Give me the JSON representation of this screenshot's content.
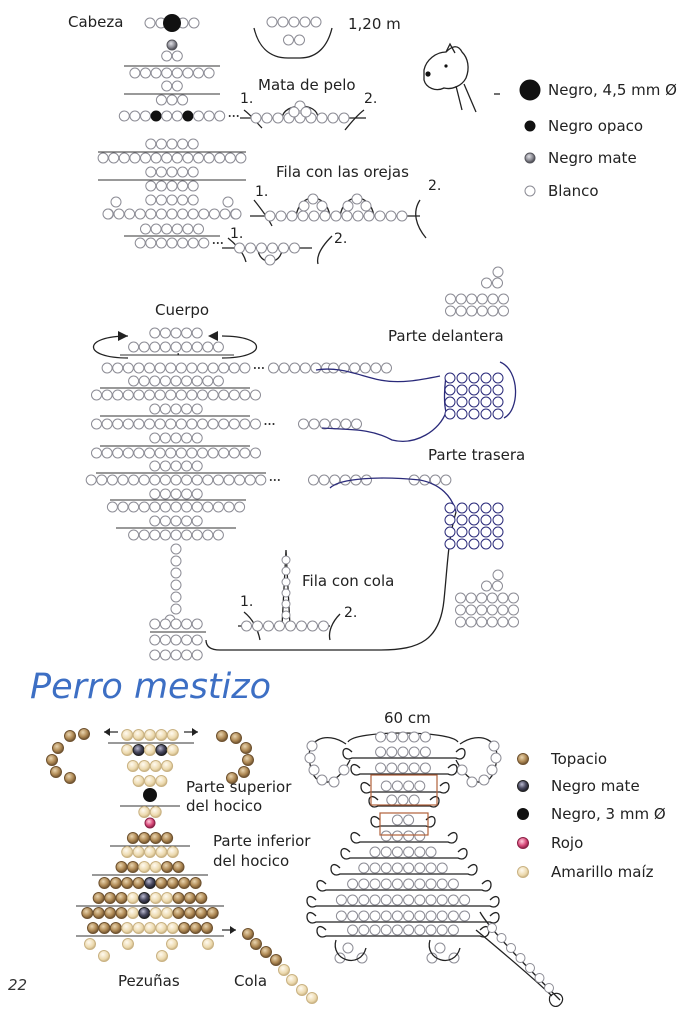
{
  "page_number": "22",
  "section_top": {
    "head": {
      "label": "Cabeza",
      "length": "1,20 m",
      "hair_label": "Mata de pelo",
      "ears_label": "Fila con las orejas",
      "step1": "1.",
      "step2": "2."
    },
    "legend": [
      {
        "name": "Negro, 4,5 mm Ø",
        "color": "#111111",
        "kind": "big"
      },
      {
        "name": "Negro opaco",
        "color": "#222222",
        "kind": "small"
      },
      {
        "name": "Negro mate",
        "color": "#8a8a92",
        "kind": "mate"
      },
      {
        "name": "Blanco",
        "color": "#ffffff",
        "kind": "white"
      }
    ],
    "body": {
      "label": "Cuerpo",
      "front_label": "Parte delantera",
      "rear_label": "Parte trasera",
      "tail_label": "Fila con cola",
      "step1": "1.",
      "step2": "2."
    }
  },
  "section_bottom": {
    "title": "Perro mestizo",
    "length": "60 cm",
    "upper_snout": "Parte superior\ndel hocico",
    "upper_snout_l1": "Parte superior",
    "upper_snout_l2": "del hocico",
    "lower_snout_l1": "Parte inferior",
    "lower_snout_l2": "del hocico",
    "hooves": "Pezuñas",
    "tail": "Cola",
    "legend": [
      {
        "name": "Topacio",
        "color": "#b08a55",
        "kind": "topaz"
      },
      {
        "name": "Negro mate",
        "color": "#3a3a4a",
        "kind": "mate-dark"
      },
      {
        "name": "Negro, 3 mm Ø",
        "color": "#111111",
        "kind": "black"
      },
      {
        "name": "Rojo",
        "color": "#d94a7a",
        "kind": "red"
      },
      {
        "name": "Amarillo maíz",
        "color": "#ecd9ad",
        "kind": "corn"
      }
    ]
  },
  "colors": {
    "title_blue": "#3d6fc4",
    "bead_outline": "#8c8c95",
    "wire_blue": "#2a2a7a"
  }
}
